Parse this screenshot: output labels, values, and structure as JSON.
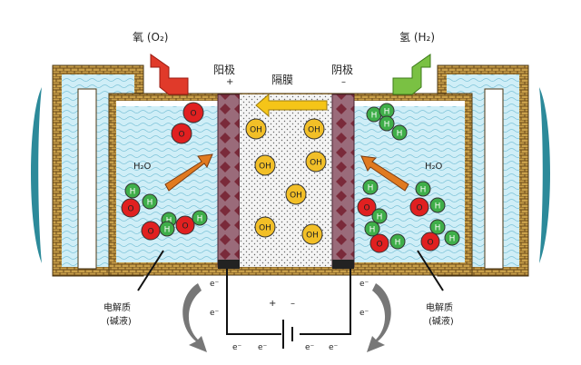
{
  "labels": {
    "oxygen": "氧 (O₂)",
    "hydrogen": "氢 (H₂)",
    "anode": "阳极",
    "membrane": "隔膜",
    "cathode": "阴极",
    "plus": "+",
    "minus": "–",
    "water_left": "H₂O",
    "water_right": "H₂O",
    "electrolyte_left_1": "电解质",
    "electrolyte_left_2": "(碱液)",
    "electrolyte_right_1": "电解质",
    "electrolyte_right_2": "(碱液)",
    "battery_plus": "+",
    "battery_minus": "–",
    "electron": "e⁻"
  },
  "atoms": {
    "oxygen": "O",
    "hydrogen": "H",
    "hydroxide": "OH"
  },
  "colors": {
    "electrolyte": "#c9eaf5",
    "wall": "#c9a04a",
    "electrode": "#8a4a5a",
    "membrane": "#f2f2f2",
    "oxygen_atom": "#e02020",
    "hydrogen_atom": "#3fae49",
    "hydroxide_ion": "#f2bf27",
    "oxygen_arrow": "#e03a2a",
    "hydrogen_arrow": "#7ac143",
    "ion_arrow": "#f5c518"
  }
}
